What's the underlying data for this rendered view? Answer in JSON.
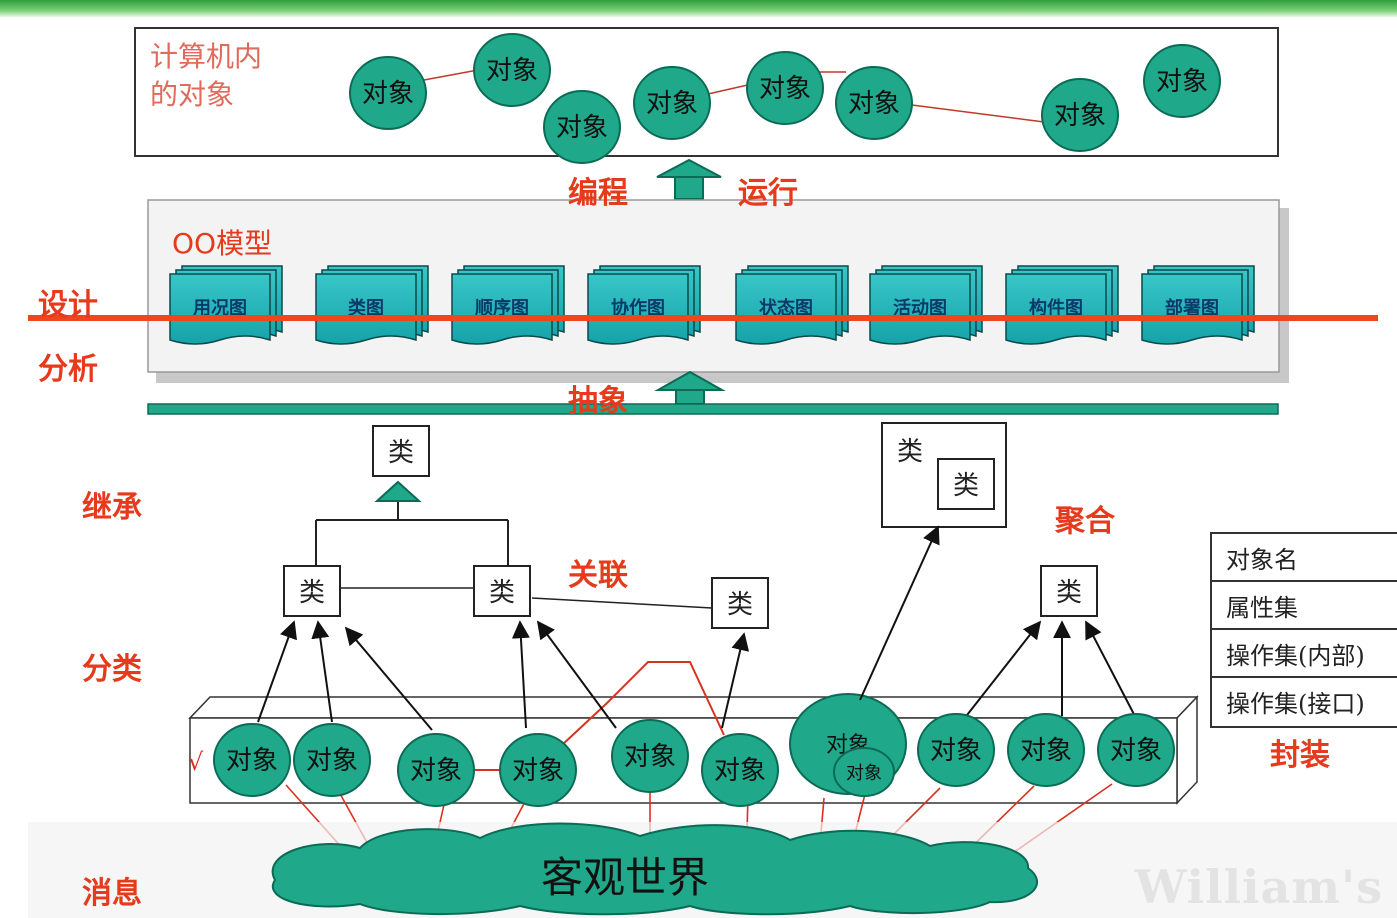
{
  "top_box": {
    "label_line1": "计算机内",
    "label_line2": "的对象",
    "object_label": "对象"
  },
  "arrows": {
    "programming": "编程",
    "running": "运行",
    "abstraction": "抽象"
  },
  "oo_model": {
    "title": "OO模型",
    "diagrams": [
      "用况图",
      "类图",
      "顺序图",
      "协作图",
      "状态图",
      "活动图",
      "构件图",
      "部署图"
    ]
  },
  "side_labels": {
    "design": "设计",
    "analysis": "分析",
    "inheritance": "继承",
    "classification": "分类",
    "message": "消息",
    "association": "关联",
    "aggregation": "聚合",
    "encapsulation": "封装"
  },
  "class_label": "类",
  "object_label": "对象",
  "world_label": "客观世界",
  "encapsulation_box": [
    "对象名",
    "属性集",
    "操作集(内部)",
    "操作集(接口)"
  ],
  "watermark": "William's",
  "colors": {
    "teal": "#1fa88a",
    "teal_dark": "#0b6b55",
    "red": "#e53a1c",
    "line_red": "#d8321f"
  }
}
